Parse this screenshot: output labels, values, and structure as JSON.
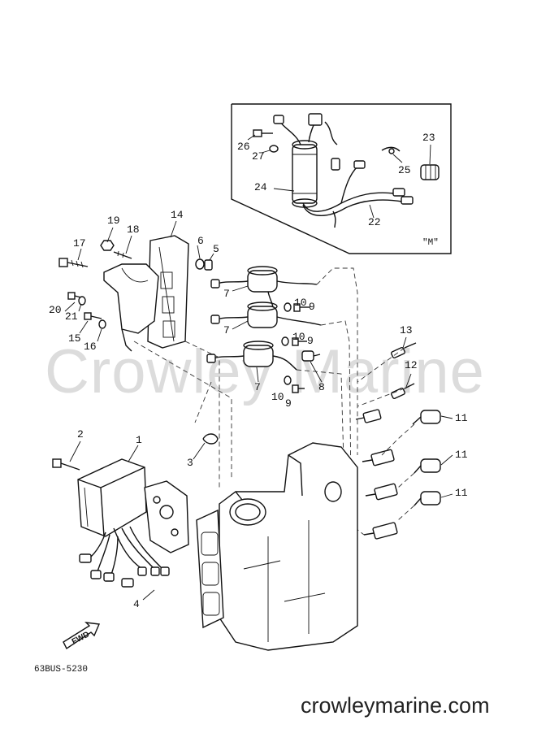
{
  "watermark": "Crowley Marine",
  "footer": {
    "url": "crowleymarine.com",
    "code": "63BUS-5230"
  },
  "inset": {
    "tag": "\"M\""
  },
  "fwd_label": "FWD",
  "callouts": {
    "c1": "1",
    "c2": "2",
    "c3": "3",
    "c4": "4",
    "c5": "5",
    "c6": "6",
    "c7a": "7",
    "c7b": "7",
    "c7c": "7",
    "c8": "8",
    "c9a": "9",
    "c9b": "9",
    "c9c": "9",
    "c10a": "10",
    "c10b": "10",
    "c10c": "10",
    "c11a": "11",
    "c11b": "11",
    "c11c": "11",
    "c12": "12",
    "c13": "13",
    "c14": "14",
    "c15": "15",
    "c16": "16",
    "c17": "17",
    "c18": "18",
    "c19": "19",
    "c20": "20",
    "c21": "21",
    "c22": "22",
    "c23": "23",
    "c24": "24",
    "c25": "25",
    "c26": "26",
    "c27": "27"
  }
}
